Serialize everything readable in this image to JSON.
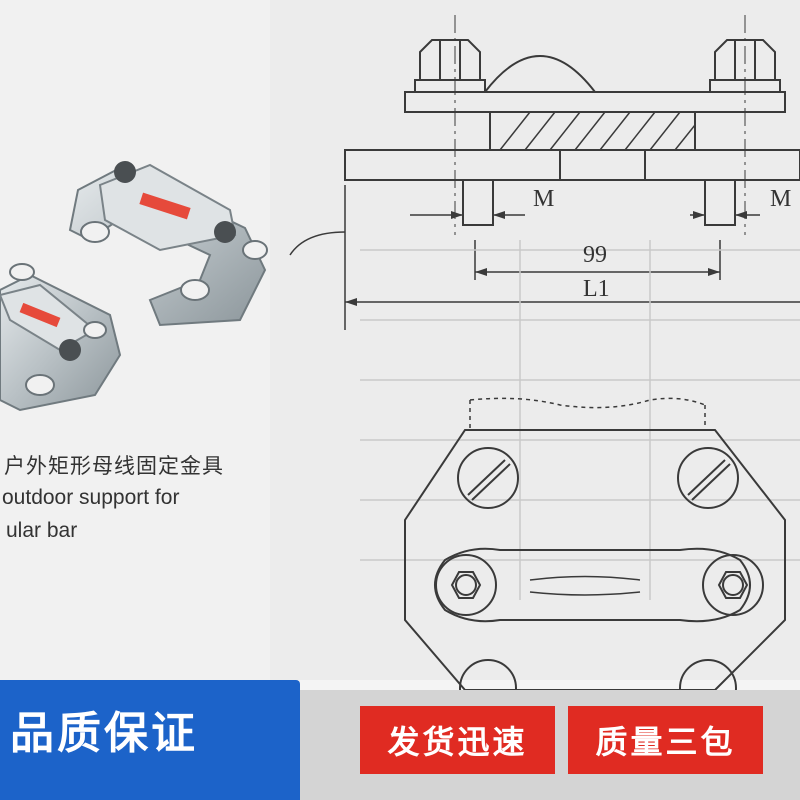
{
  "caption": {
    "zh": "户外矩形母线固定金具",
    "en_line1": "outdoor support for",
    "en_line2": "ular bar"
  },
  "drawing": {
    "dim_m_left": "M",
    "dim_m_right": "M",
    "dim_99": "99",
    "dim_l1": "L1"
  },
  "banner": {
    "left": "品质保证",
    "tag_1": "发货迅速",
    "tag_2": "质量三包"
  },
  "colors": {
    "blue": "#1c63c9",
    "red": "#e02b22"
  }
}
